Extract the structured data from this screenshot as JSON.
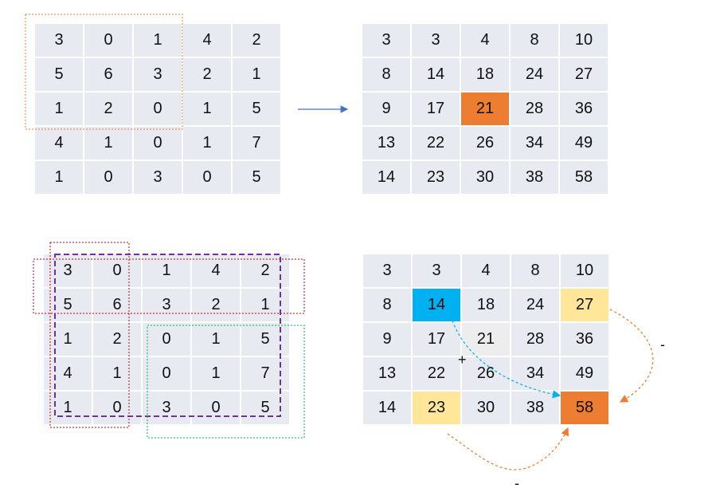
{
  "colors": {
    "cell": "#e8eaf2",
    "highlight_orange": "#ed7d31",
    "highlight_blue": "#00b0f0",
    "highlight_yellow": "#ffe699",
    "highlight_gray": "#ededed",
    "arrow_blue": "#4472c4",
    "rect_orange": "#ed7d31",
    "rect_red": "#c00000",
    "rect_purple": "#7030a0",
    "rect_green": "#00b050"
  },
  "grids": {
    "input_top": [
      [
        3,
        0,
        1,
        4,
        2
      ],
      [
        5,
        6,
        3,
        2,
        1
      ],
      [
        1,
        2,
        0,
        1,
        5
      ],
      [
        4,
        1,
        0,
        1,
        7
      ],
      [
        1,
        0,
        3,
        0,
        5
      ]
    ],
    "integral_top": [
      [
        3,
        3,
        4,
        8,
        10
      ],
      [
        8,
        14,
        18,
        24,
        27
      ],
      [
        9,
        17,
        21,
        28,
        36
      ],
      [
        13,
        22,
        26,
        34,
        49
      ],
      [
        14,
        23,
        30,
        38,
        58
      ]
    ],
    "input_bottom": [
      [
        3,
        0,
        1,
        4,
        2
      ],
      [
        5,
        6,
        3,
        2,
        1
      ],
      [
        1,
        2,
        0,
        1,
        5
      ],
      [
        4,
        1,
        0,
        1,
        7
      ],
      [
        1,
        0,
        3,
        0,
        5
      ]
    ],
    "integral_bottom": [
      [
        3,
        3,
        4,
        8,
        10
      ],
      [
        8,
        14,
        18,
        24,
        27
      ],
      [
        9,
        17,
        21,
        28,
        36
      ],
      [
        13,
        22,
        26,
        34,
        49
      ],
      [
        14,
        23,
        30,
        38,
        58
      ]
    ]
  },
  "highlights": {
    "integral_top": [
      {
        "r": 2,
        "c": 2,
        "color": "highlight_orange"
      }
    ],
    "integral_bottom": [
      {
        "r": 1,
        "c": 1,
        "color": "highlight_blue"
      },
      {
        "r": 1,
        "c": 4,
        "color": "highlight_yellow"
      },
      {
        "r": 4,
        "c": 1,
        "color": "highlight_yellow"
      },
      {
        "r": 2,
        "c": 2,
        "color": "highlight_gray"
      },
      {
        "r": 4,
        "c": 4,
        "color": "highlight_orange"
      }
    ]
  },
  "operators": {
    "plus": "+",
    "minus_right": "-",
    "minus_bottom": "-"
  }
}
